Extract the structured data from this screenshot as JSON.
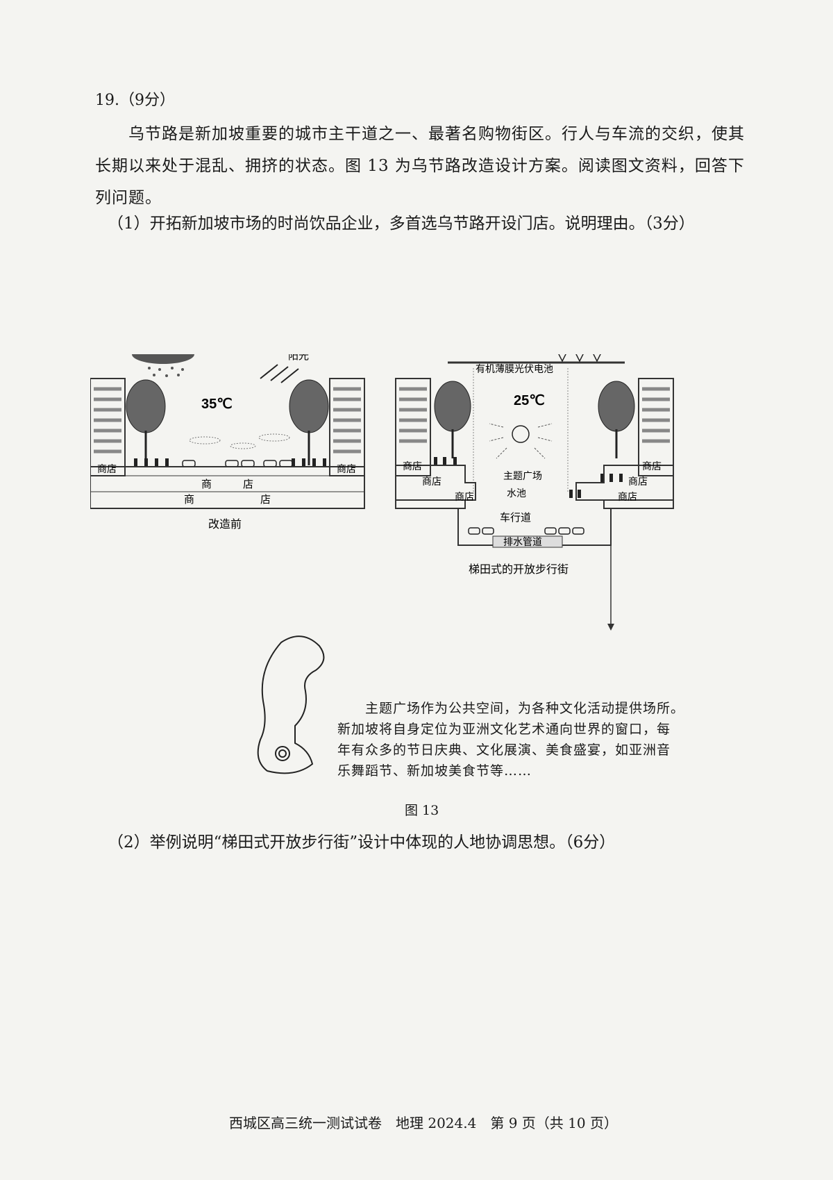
{
  "question": {
    "number": "19.（9分）",
    "intro": "乌节路是新加坡重要的城市主干道之一、最著名购物街区。行人与车流的交织，使其长期以来处于混乱、拥挤的状态。图 13 为乌节路改造设计方案。阅读图文资料，回答下列问题。",
    "sub1": "（1）开拓新加坡市场的时尚饮品企业，多首选乌节路开设门店。说明理由。（3分）",
    "sub2": "（2）举例说明“梯田式开放步行街”设计中体现的人地协调思想。（6分）"
  },
  "figure": {
    "caption": "图 13",
    "before": {
      "title": "改造前",
      "temperature": "35℃",
      "sunlight": "阳光",
      "shop_left": "商店",
      "shop_right": "商店",
      "shop_mid1_a": "商",
      "shop_mid1_b": "店",
      "shop_mid2_a": "商",
      "shop_mid2_b": "店"
    },
    "after": {
      "title": "梯田式的开放步行街",
      "temperature": "25℃",
      "sunlight": "阳光",
      "pv_label": "有机薄膜光伏电池",
      "plaza": "主题广场",
      "pool": "水池",
      "road": "车行道",
      "drain": "排水管道",
      "shop_l1": "商店",
      "shop_l2": "商店",
      "shop_l3": "商店",
      "shop_r1": "商店",
      "shop_r2": "商店",
      "shop_r3": "商店"
    },
    "callout": {
      "line1": "主题广场作为公共空间，为各种文化活动提供场所。",
      "line2": "新加坡将自身定位为亚洲文化艺术通向世界的窗口，每",
      "line3": "年有众多的节日庆典、文化展演、美食盛宴，如亚洲音",
      "line4": "乐舞蹈节、新加坡美食节等……"
    }
  },
  "footer": "西城区高三统一测试试卷　地理 2024.4　第 9 页（共 10 页）"
}
